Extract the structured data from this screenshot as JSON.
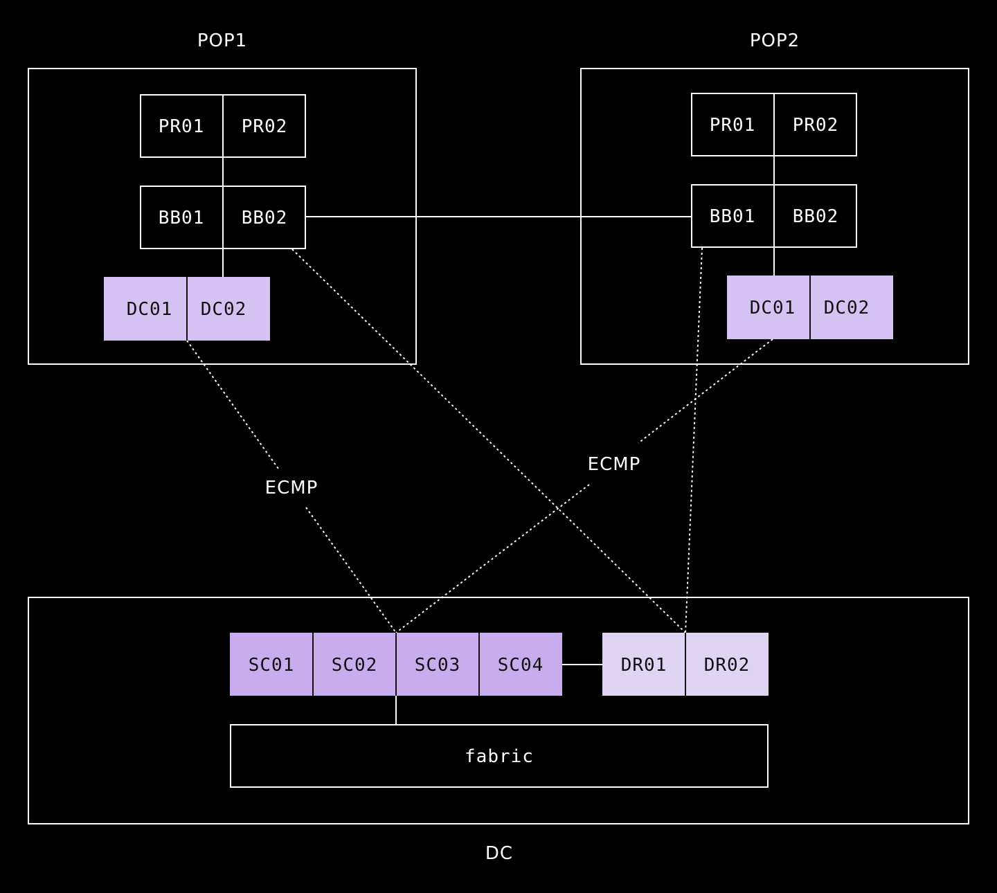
{
  "colors": {
    "background": "#000000",
    "line": "#ffffff",
    "dc_fill": "#d4c3f2",
    "sc_fill": "#c7adee",
    "dr_fill": "#e0d4f5"
  },
  "pop1": {
    "title": "POP1",
    "pr": [
      "PR01",
      "PR02"
    ],
    "bb": [
      "BB01",
      "BB02"
    ],
    "dc": [
      "DC01",
      "DC02"
    ]
  },
  "pop2": {
    "title": "POP2",
    "pr": [
      "PR01",
      "PR02"
    ],
    "bb": [
      "BB01",
      "BB02"
    ],
    "dc": [
      "DC01",
      "DC02"
    ]
  },
  "dc": {
    "title": "DC",
    "sc": [
      "SC01",
      "SC02",
      "SC03",
      "SC04"
    ],
    "dr": [
      "DR01",
      "DR02"
    ],
    "fabric": "fabric"
  },
  "links": {
    "ecmp_left": "ECMP",
    "ecmp_right": "ECMP"
  }
}
